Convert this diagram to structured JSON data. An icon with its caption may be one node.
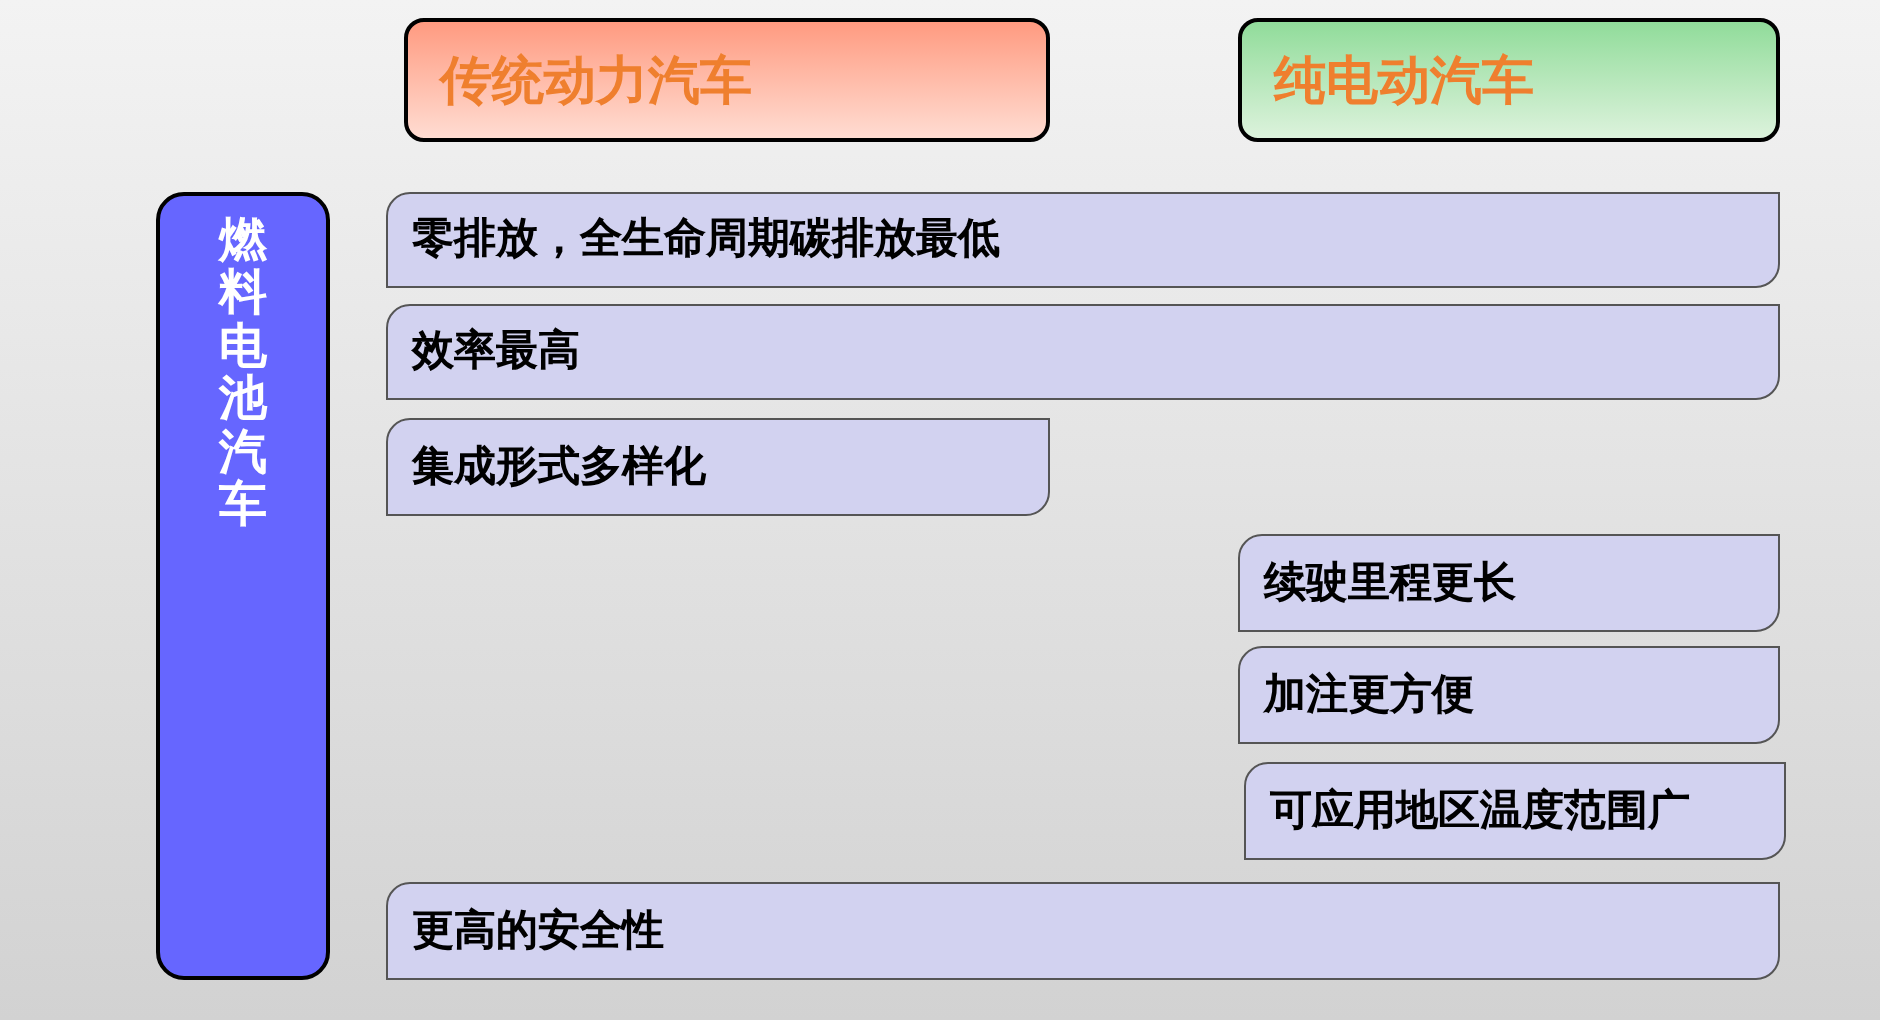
{
  "diagram": {
    "nodes": [
      {
        "text": [
          "传统动力汽车"
        ]
      },
      {
        "text": [
          "纯电动汽车"
        ]
      },
      {
        "text": [
          "燃料电池汽车"
        ]
      },
      {
        "text": [
          "零排放，全生命周期碳排放最低"
        ]
      },
      {
        "text": [
          "效率最高"
        ]
      },
      {
        "text": [
          "集成形式多样化"
        ]
      },
      {
        "text": [
          "续驶里程更长"
        ]
      },
      {
        "text": [
          "加注更方便"
        ]
      },
      {
        "text": [
          "可应用地区温度范围广"
        ]
      },
      {
        "text": [
          "更高的安全性"
        ]
      }
    ]
  }
}
